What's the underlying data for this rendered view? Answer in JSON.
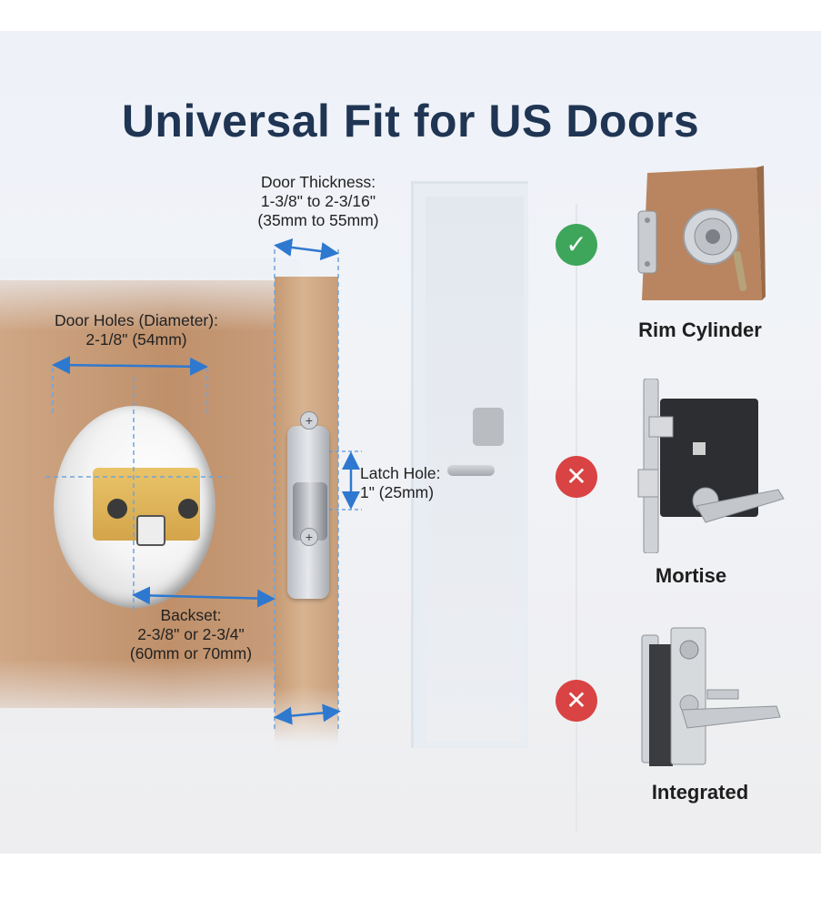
{
  "title": "Universal Fit for US Doors",
  "dimensions": {
    "thickness": {
      "label": "Door Thickness:",
      "imperial": "1-3/8\" to 2-3/16\"",
      "metric": "(35mm to 55mm)"
    },
    "holes": {
      "label": "Door Holes (Diameter):",
      "imperial": "2-1/8\" (54mm)"
    },
    "latch": {
      "label": "Latch Hole:",
      "imperial": "1\" (25mm)"
    },
    "backset": {
      "label": "Backset:",
      "imperial": "2-3/8\" or 2-3/4\"",
      "metric": "(60mm or 70mm)"
    }
  },
  "options": [
    {
      "name": "Rim Cylinder",
      "status": "compatible",
      "icon": "check-icon"
    },
    {
      "name": "Mortise",
      "status": "incompatible",
      "icon": "cross-icon"
    },
    {
      "name": "Integrated",
      "status": "incompatible",
      "icon": "cross-icon"
    }
  ],
  "colors": {
    "title": "#1f3553",
    "dimension_line": "#2e79cf",
    "compatible": "#3ea65a",
    "incompatible": "#d94343"
  }
}
